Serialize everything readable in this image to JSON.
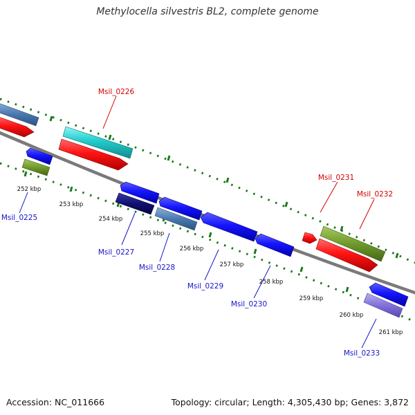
{
  "title": "Methylocella silvestris BL2, complete genome",
  "footer": {
    "accession": "Accession: NC_011666",
    "summary": "Topology: circular; Length: 4,305,430 bp; Genes: 3,872"
  },
  "colors": {
    "backbone": "#8c8c8c",
    "ticks": "#1a7a1a",
    "label_forward": "#d40000",
    "label_reverse": "#1414c8",
    "scale_text": "#111111"
  },
  "scale_labels": [
    "252 kbp",
    "253 kbp",
    "254 kbp",
    "255 kbp",
    "256 kbp",
    "257 kbp",
    "258 kbp",
    "259 kbp",
    "260 kbp",
    "261 kbp"
  ],
  "gene_labels": {
    "msil_0225": "Msil_0225",
    "msil_0226": "Msil_0226",
    "msil_0227": "Msil_0227",
    "msil_0228": "Msil_0228",
    "msil_0229": "Msil_0229",
    "msil_0230": "Msil_0230",
    "msil_0231": "Msil_0231",
    "msil_0232": "Msil_0232",
    "msil_0233": "Msil_0233"
  }
}
